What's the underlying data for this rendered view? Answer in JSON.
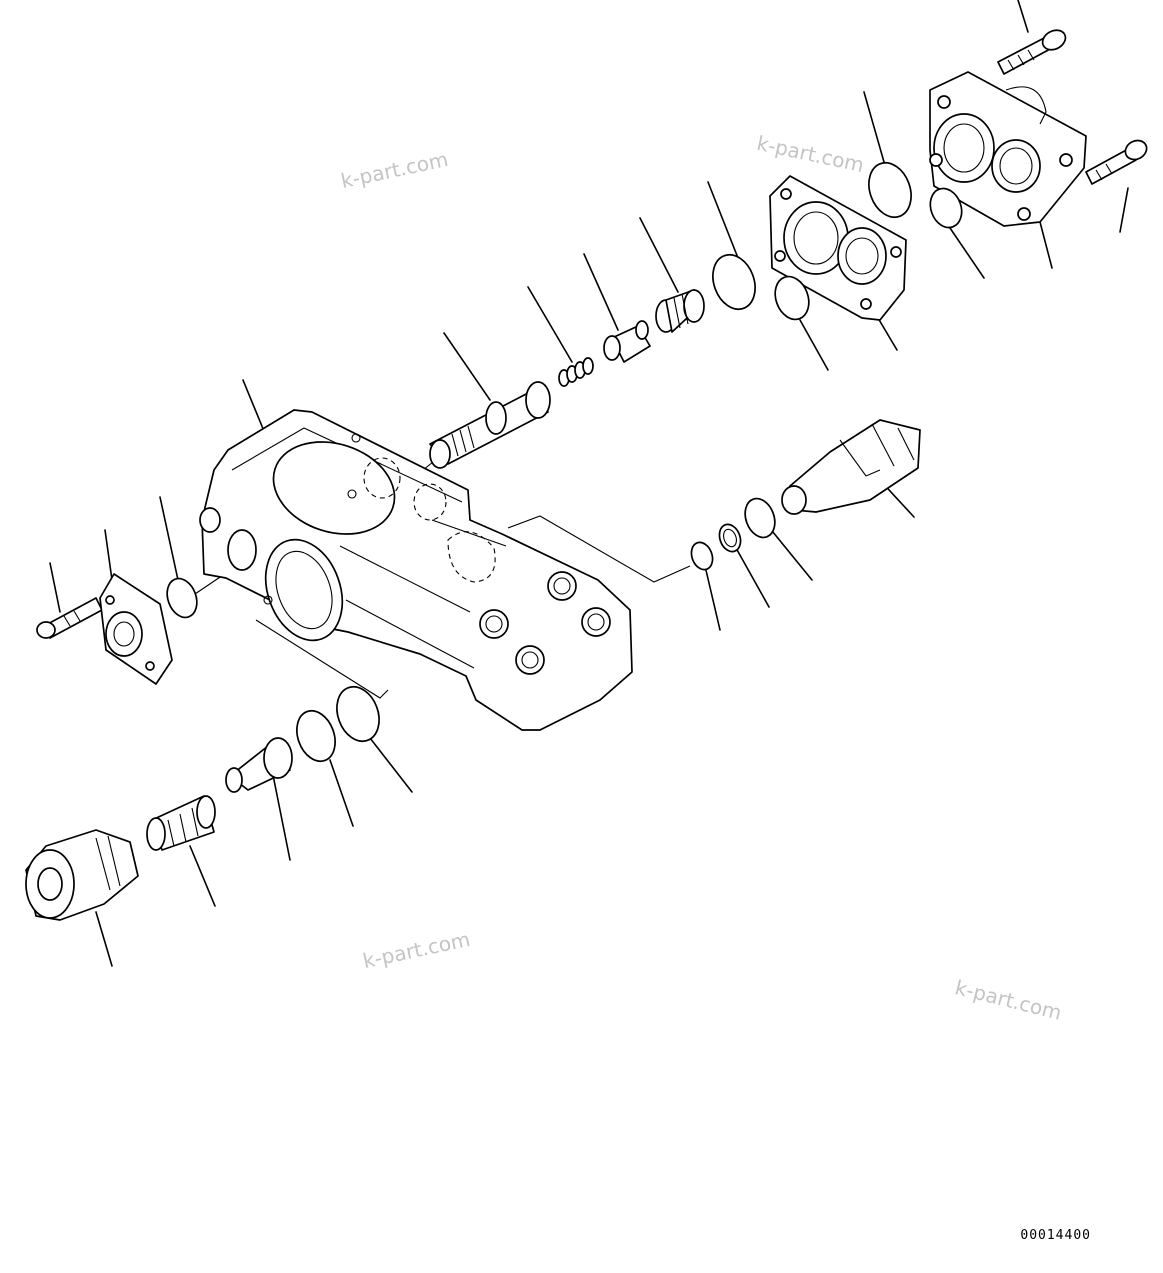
{
  "watermarks": [
    "k-part.com",
    "k-part.com",
    "k-part.com",
    "k-part.com"
  ],
  "drawing_code": "00014400"
}
